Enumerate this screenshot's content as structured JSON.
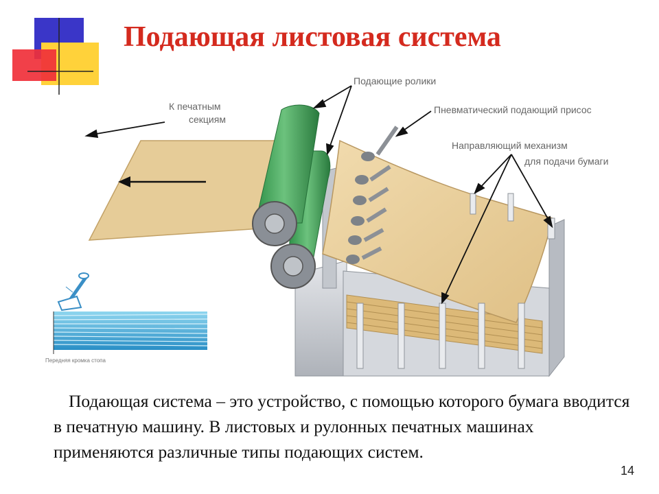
{
  "slide": {
    "title": "Подающая листовая система",
    "page_number": "14",
    "body_text": "Подающая система – это устройство, с помощью которого бумага вводится в печатную машину. В листовых и рулонных печатных машинах применяются различные типы подающих систем."
  },
  "diagram": {
    "labels": {
      "to_sections_line1": "К печатным",
      "to_sections_line2": "секциям",
      "feed_rollers": "Подающие ролики",
      "pneumatic_sucker": "Пневматический подающий присос",
      "guide_line1": "Направляющий механизм",
      "guide_line2": "для подачи бумаги",
      "inset_caption": "Передняя кромка стопа"
    }
  },
  "colors": {
    "title": "#d42a1e",
    "paper": "#e8cc98",
    "roller": "#3fa35a",
    "frame": "#c9ccd1"
  }
}
